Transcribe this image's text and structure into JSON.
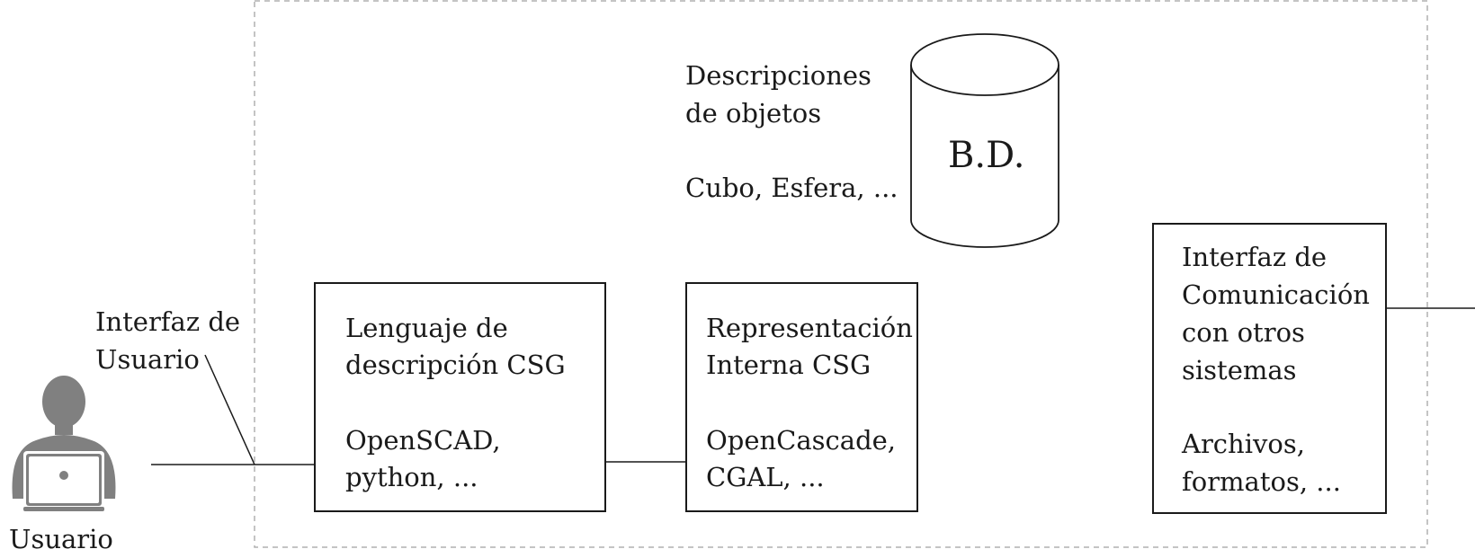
{
  "user": {
    "label": "Usuario",
    "interface_line1": "Interfaz de",
    "interface_line2": "Usuario"
  },
  "database": {
    "label": "B.D.",
    "caption_line1": "Descripciones",
    "caption_line2": "de objetos",
    "examples": "Cubo, Esfera, ..."
  },
  "csg_language": {
    "line1": "Lenguaje de",
    "line2": "descripción CSG",
    "example_line1": "OpenSCAD,",
    "example_line2": "python, ..."
  },
  "csg_internal": {
    "line1": "Representación",
    "line2": "Interna CSG",
    "example_line1": "OpenCascade,",
    "example_line2": "CGAL, ..."
  },
  "comm_interface": {
    "line1": "Interfaz de",
    "line2": "Comunicación",
    "line3": "con otros",
    "line4": "sistemas",
    "example_line1": "Archivos,",
    "example_line2": "formatos, ..."
  },
  "colors": {
    "stroke": "#1a1a1a",
    "dashed_border": "#b0b0b0",
    "user_icon": "#808080"
  },
  "icons": {
    "user": "user-with-laptop-icon",
    "database": "database-cylinder-icon"
  }
}
